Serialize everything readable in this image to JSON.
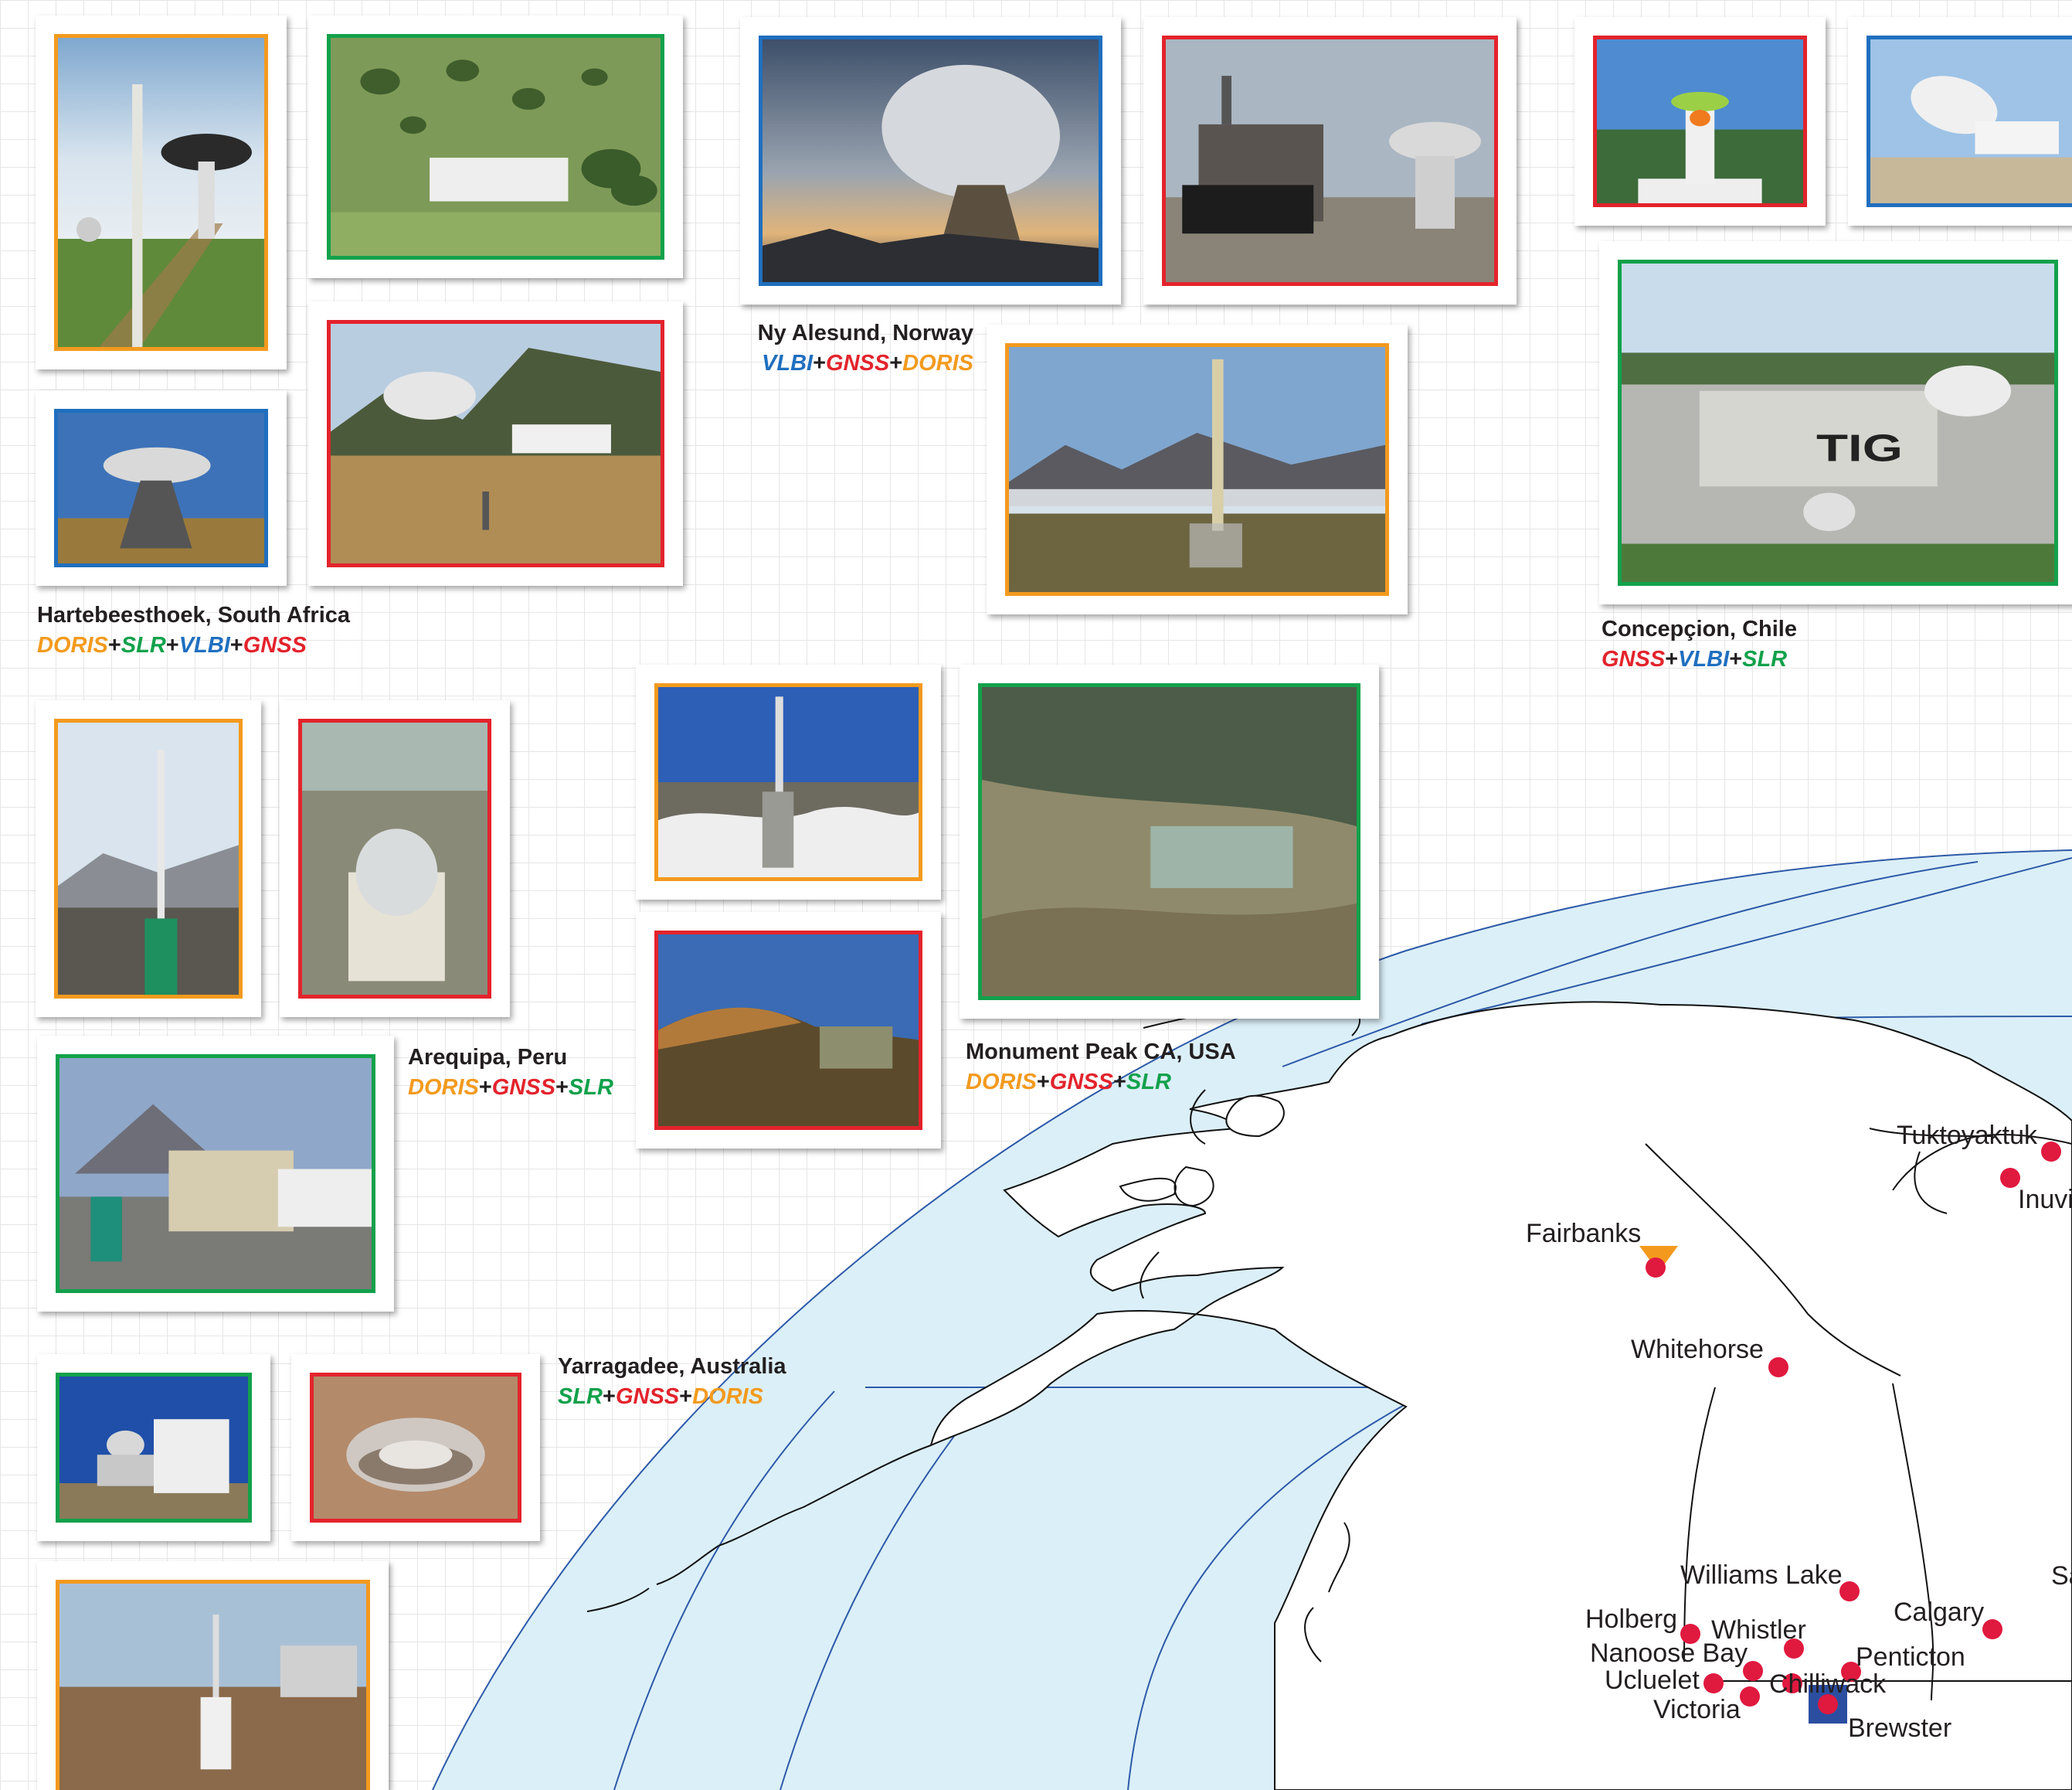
{
  "colors": {
    "DORIS": "#f39a1e",
    "GNSS": "#e3232c",
    "SLR": "#12a14b",
    "VLBI": "#1f6fbf",
    "ocean": "#dbeff8",
    "land": "#ffffff",
    "grid": "#2d5aa8",
    "site_dot": "#e0193f",
    "square_marker": "#2b4ea0",
    "triangle_marker": "#f39a1e"
  },
  "sites": [
    {
      "name": "Hartebeesthoek, South Africa",
      "techniques": [
        "DORIS",
        "SLR",
        "VLBI",
        "GNSS"
      ]
    },
    {
      "name": "Ny Alesund, Norway",
      "techniques": [
        "VLBI",
        "GNSS",
        "DORIS"
      ]
    },
    {
      "name": "Concepçion, Chile",
      "techniques": [
        "GNSS",
        "VLBI",
        "SLR"
      ]
    },
    {
      "name": "Arequipa, Peru",
      "techniques": [
        "DORIS",
        "GNSS",
        "SLR"
      ]
    },
    {
      "name": "Monument Peak CA, USA",
      "techniques": [
        "DORIS",
        "GNSS",
        "SLR"
      ]
    },
    {
      "name": "Yarragadee, Australia",
      "techniques": [
        "SLR",
        "GNSS",
        "DORIS"
      ]
    }
  ],
  "map": {
    "cities": [
      "Tuktoyaktuk",
      "Inuvi",
      "Fairbanks",
      "Whitehorse",
      "Williams Lake",
      "Calgary",
      "Holberg",
      "Whistler",
      "Nanoose Bay",
      "Penticton",
      "Ucluelet",
      "Chilliwack",
      "Victoria",
      "Brewster",
      "Sa"
    ]
  }
}
